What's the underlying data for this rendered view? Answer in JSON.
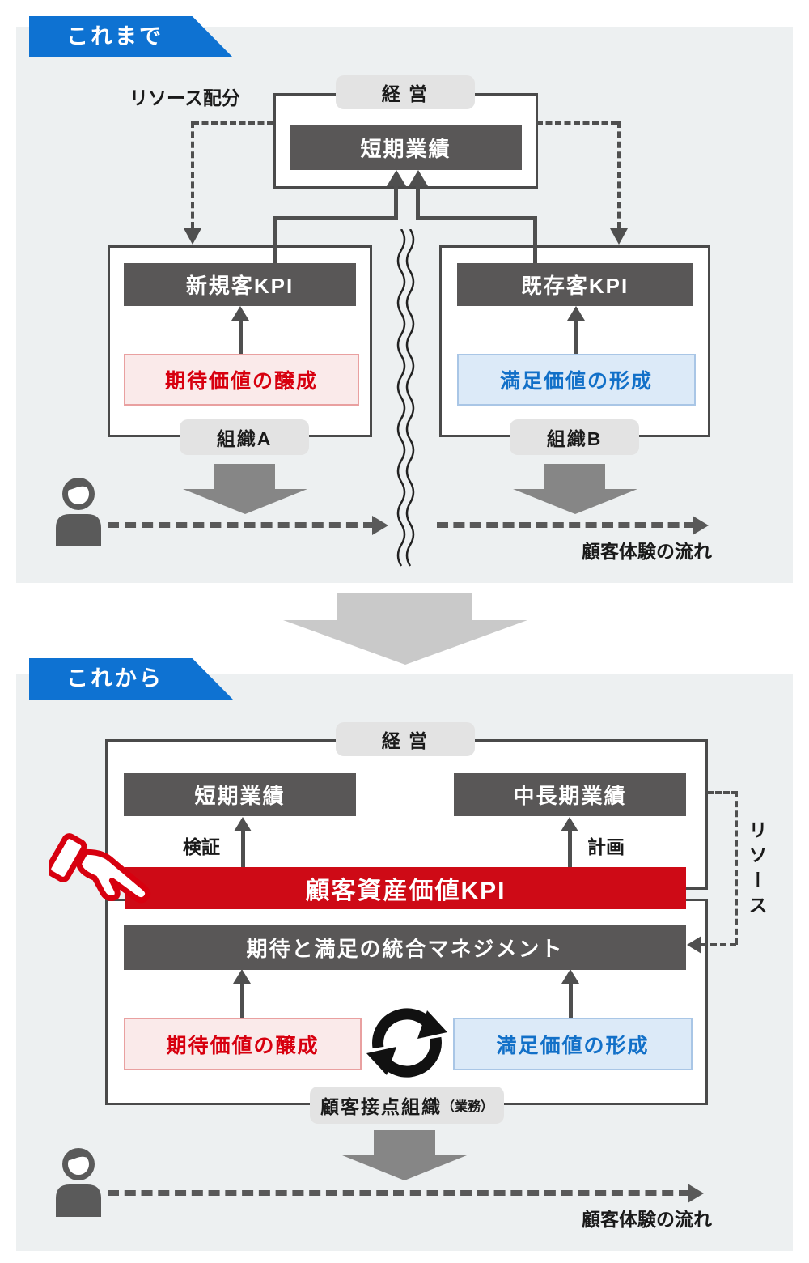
{
  "colors": {
    "banner_blue": "#0e72d2",
    "box_dark": "#595757",
    "accent_red": "#ce0a16",
    "text_red": "#d7000f",
    "text_blue": "#1270c8",
    "pink_bg": "#faeaea",
    "blue_bg": "#dceaf8",
    "panel_bg": "#edf0f1",
    "arrow_gray": "#868686"
  },
  "icons": {
    "person": "person-icon",
    "cycle": "cycle-arrows-icon",
    "pointing_hand": "pointing-hand-icon",
    "wavy_divider": "wavy-divider",
    "transition": "section-transition-arrow"
  },
  "before": {
    "banner": "これまで",
    "resource_allocation": "リソース配分",
    "management": "経 営",
    "short_term": "短期業績",
    "new_customer_kpi": "新規客KPI",
    "expectation_value": "期待価値の醸成",
    "org_a": "組織A",
    "existing_customer_kpi": "既存客KPI",
    "satisfaction_value": "満足価値の形成",
    "org_b": "組織B",
    "customer_flow": "顧客体験の流れ"
  },
  "after": {
    "banner": "これから",
    "management": "経 営",
    "short_term": "短期業績",
    "mid_long_term": "中長期業績",
    "verification": "検証",
    "planning": "計画",
    "customer_asset_kpi": "顧客資産価値KPI",
    "integrated_management": "期待と満足の統合マネジメント",
    "expectation_value": "期待価値の醸成",
    "satisfaction_value": "満足価値の形成",
    "customer_contact_org": "顧客接点組織",
    "customer_contact_org_note": "（業務）",
    "resource": "リソース",
    "customer_flow": "顧客体験の流れ"
  }
}
